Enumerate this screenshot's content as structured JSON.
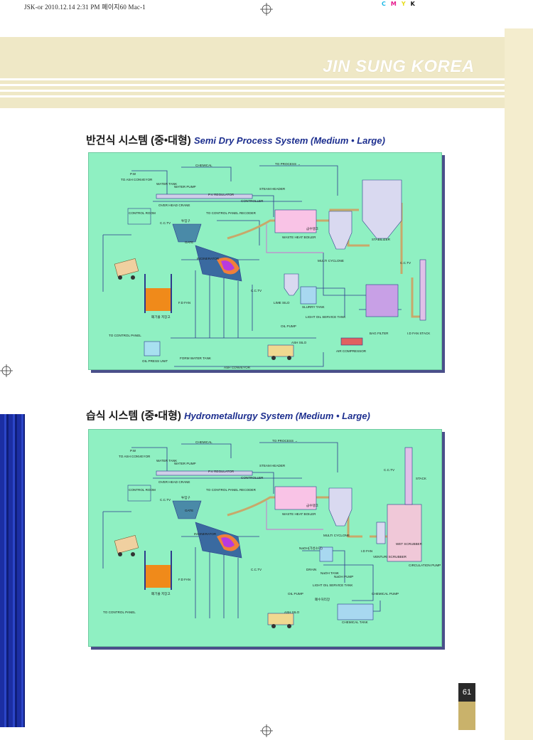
{
  "print_info": "JSK-or  2010.12.14 2:31 PM  페이지60  Mac-1",
  "cmyk": [
    "C",
    "M",
    "Y",
    "K"
  ],
  "brand": "JIN SUNG KOREA",
  "page_number": "61",
  "sections": [
    {
      "title_ko": "반건식 시스템 (중•대형)",
      "title_en": "Semi Dry Process System (Medium • Large)",
      "labels": {
        "chemical": "CHEMICAL",
        "pw": "P.W",
        "ash_conveyor": "TO ASH CONVEYOR",
        "water_tank": "WATER TANK",
        "water_pump": "WATER PUMP",
        "to_process": "TO PROCESS →",
        "steam_header": "STEAM HEADER",
        "pv_regulator": "P.V REGULATOR",
        "controller": "CONTROLLER",
        "overhead_crane": "OVER HEAD CRANE",
        "control_room": "CONTROL ROOM",
        "cctv": "C.C.TV",
        "hopper": "투입구",
        "gate": "GATE",
        "to_control_panel": "TO CONTROL PANEL RECODER",
        "waste_heat_boiler": "WASTE HEAT BOILER",
        "tank_ko": "급수탱크",
        "stabilizer": "STABILIZER",
        "incinerator": "INCINERATOR",
        "multicyclone": "MULTI CYCLONE",
        "cctv2": "C.C.TV",
        "fd_fan": "F.D FAN",
        "waste_pit": "폐기물 저장고",
        "cctv3": "C.C.TV",
        "lime_silo": "LIME SILO",
        "slurry_tank": "SLURRY TANK",
        "light_oil": "LIGHT OIL SERVICE TANK",
        "oil_pump": "OIL PUMP",
        "bag_filter": "BAG FILTER",
        "idfan_stack": "I.D FAN STACK",
        "to_control_panel2": "TO CONTROL PANEL",
        "ash_silo": "ASH SILO",
        "air_compressor": "AIR COMPRESSOR",
        "oil_press": "OIL PRESS UNIT",
        "foam_water": "FORM WATER TANK",
        "ash_conveyor2": "ASH CONVEYOR"
      }
    },
    {
      "title_ko": "습식 시스템 (중•대형)",
      "title_en": "Hydrometallurgy System (Medium • Large)",
      "labels": {
        "chemical": "CHEMICAL",
        "pw": "P.W",
        "ash_conveyor": "TO ASH CONVEYOR",
        "water_tank": "WATER TANK",
        "water_pump": "WATER PUMP",
        "to_process": "TO PROCESS →",
        "steam_header": "STEAM HEADER",
        "pv_regulator": "P.V REGULATOR",
        "controller": "CONTROLLER",
        "overhead_crane": "OVER HEAD CRANE",
        "control_room": "CONTROL ROOM",
        "cctv": "C.C.TV",
        "hopper": "투입구",
        "gate": "GATE",
        "to_control_panel": "TO CONTROL PANEL RECODER",
        "waste_heat_boiler": "WASTE HEAT BOILER",
        "tank_ko": "급수탱크",
        "stack": "STACK",
        "cctv_top": "C.C.TV",
        "incinerator": "INCINERATOR",
        "multicyclone": "MULTI CYCLONE",
        "idfan": "I.D FAN",
        "wet_scrubber": "WET SCRUBBER",
        "venturi": "VENTURI SCRUBBER",
        "circulation_pump": "CIRCULATION PUMP",
        "naoh": "NaOH(가성소다)",
        "drain": "DRAIN",
        "naoh_tank": "NaOH TANK",
        "naoh_pump": "NaOH PUMP",
        "fd_fan": "F.D FAN",
        "waste_pit": "폐기물 저장고",
        "cctv3": "C.C.TV",
        "light_oil": "LIGHT OIL SERVICE TANK",
        "oil_pump": "OIL PUMP",
        "chem_pump": "CHEMICAL PUMP",
        "treat": "폐수처리장",
        "to_control_panel2": "TO CONTROL PANEL",
        "ash_silo": "ASH SILO",
        "chemical_tank": "CHEMICAL TANK"
      }
    }
  ]
}
